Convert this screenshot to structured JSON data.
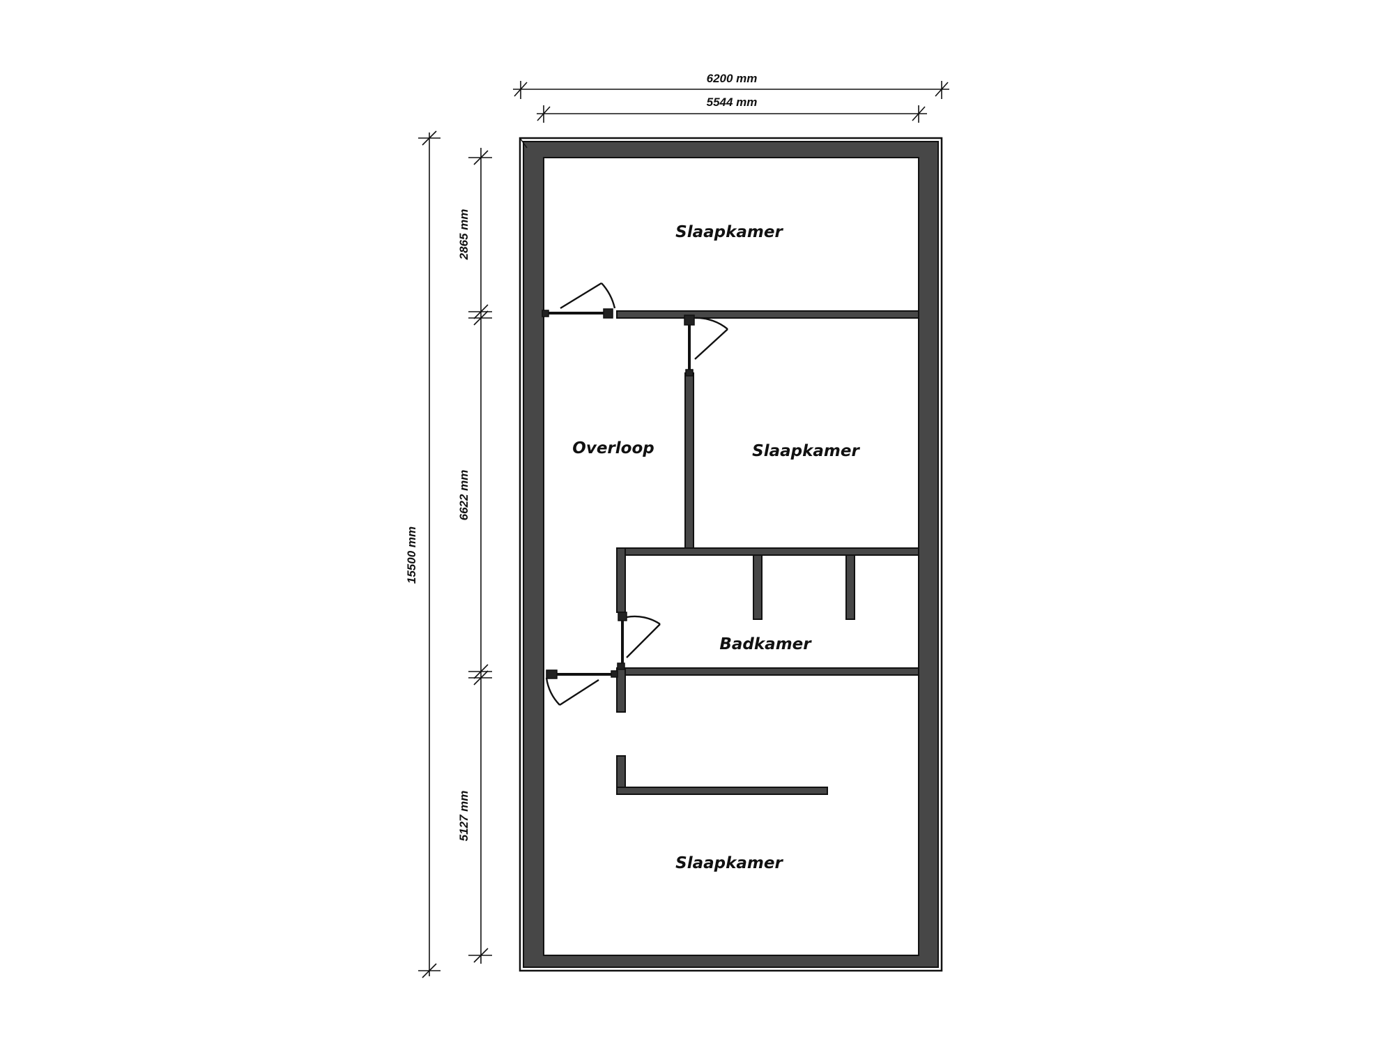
{
  "dimensions": {
    "overall_width": "6200 mm",
    "inner_width": "5544 mm",
    "overall_depth": "15500 mm",
    "front_room_depth": "2865 mm",
    "middle_depth": "6622 mm",
    "rear_room_depth": "5127 mm"
  },
  "rooms": {
    "top": "Slaapkamer",
    "landing": "Overloop",
    "middle": "Slaapkamer",
    "bathroom": "Badkamer",
    "bottom": "Slaapkamer"
  },
  "colors": {
    "wall_fill": "#474747",
    "line": "#111111",
    "background": "#ffffff"
  }
}
